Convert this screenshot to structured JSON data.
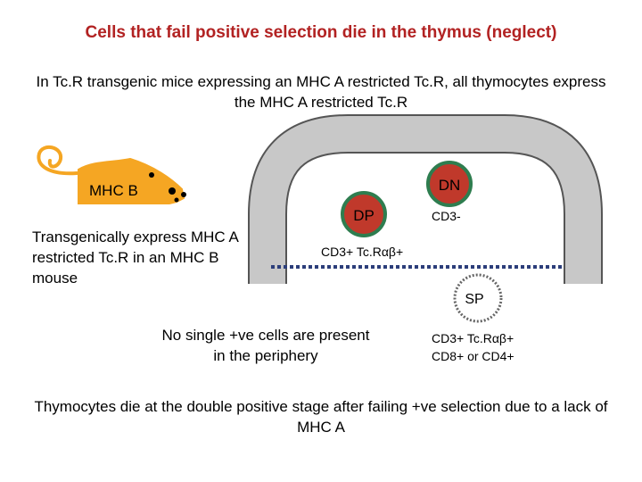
{
  "title": "Cells that fail positive selection die in the thymus (neglect)",
  "subtitle": "In Tc.R transgenic mice expressing an MHC A restricted Tc.R, all thymocytes express the MHC A restricted Tc.R",
  "mouse": {
    "label": "MHC B",
    "description": "Transgenically express MHC A restricted Tc.R in an MHC B mouse",
    "color": "#f5a623"
  },
  "thymus": {
    "cells": {
      "dn": "DN",
      "dp": "DP",
      "sp": "SP"
    },
    "labels": {
      "cd3_neg": "CD3-",
      "cd3_pos_dp": "CD3+ Tc.Rαβ+",
      "cd3_pos_sp": "CD3+ Tc.Rαβ+",
      "cd8_cd4": "CD8+ or CD4+"
    },
    "colors": {
      "wall": "#c8c8c8",
      "cell_fill": "#c0392b",
      "cell_ring": "#2e7d4f",
      "dotted_line": "#2c3e7a"
    }
  },
  "periphery_note": "No single +ve cells are present in the periphery",
  "conclusion": "Thymocytes die at the double positive stage after failing +ve selection due to a lack of MHC A"
}
